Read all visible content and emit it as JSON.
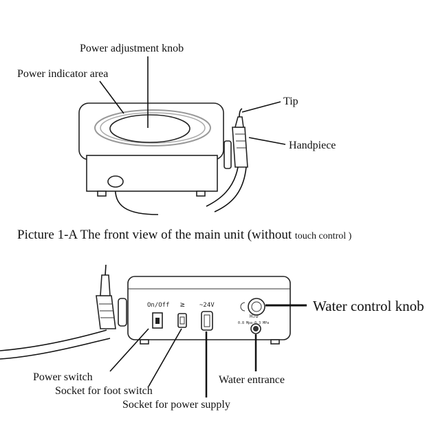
{
  "front_view": {
    "labels": {
      "power_knob": "Power adjustment knob",
      "power_indicator": "Power indicator area",
      "tip": "Tip",
      "handpiece": "Handpiece"
    },
    "caption_main": "Picture 1-A The front view of the main unit (without ",
    "caption_small": "touch control )"
  },
  "rear_view": {
    "panel": {
      "on_off": "On/Off",
      "foot_symbol": "≥",
      "voltage": "~24V",
      "water_symbol": "H₂O",
      "water_spec": "0.8 Mpa-0.3 MPa"
    },
    "labels": {
      "water_control_knob": "Water control knob",
      "power_switch": "Power switch",
      "foot_switch_socket": "Socket for foot switch",
      "power_supply_socket": "Socket for power supply",
      "water_entrance": "Water entrance"
    }
  }
}
